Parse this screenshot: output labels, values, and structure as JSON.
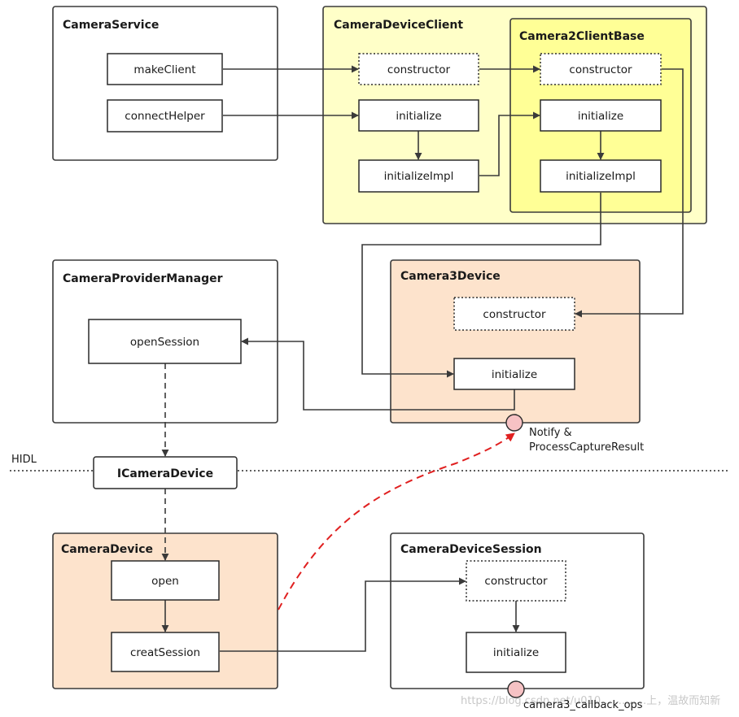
{
  "colors": {
    "device_client_fill": "#ffffc8",
    "client_base_fill": "#ffff96",
    "device_fill": "#fde3cc",
    "callback_arrow": "#e02020",
    "port_fill": "#f6c2c4"
  },
  "camera_service": {
    "title": "CameraService",
    "make_client": "makeClient",
    "connect_helper": "connectHelper"
  },
  "camera_device_client": {
    "title": "CameraDeviceClient",
    "constructor": "constructor",
    "initialize": "initialize",
    "initialize_impl": "initializeImpl"
  },
  "camera2_client_base": {
    "title": "Camera2ClientBase",
    "constructor": "constructor",
    "initialize": "initialize",
    "initialize_impl": "initializeImpl"
  },
  "camera_provider_manager": {
    "title": "CameraProviderManager",
    "open_session": "openSession"
  },
  "camera3_device": {
    "title": "Camera3Device",
    "constructor": "constructor",
    "initialize": "initialize",
    "notify_label_line1": "Notify &",
    "notify_label_line2": "ProcessCaptureResult"
  },
  "hidl": {
    "label": "HIDL",
    "interface": "ICameraDevice"
  },
  "camera_device": {
    "title": "CameraDevice",
    "open": "open",
    "creat_session": "creatSession"
  },
  "camera_device_session": {
    "title": "CameraDeviceSession",
    "constructor": "constructor",
    "initialize": "initialize",
    "callback_label": "camera3_callback_ops"
  },
  "watermark": "https://blog.csdn.net/u010… ………上，温故而知新"
}
